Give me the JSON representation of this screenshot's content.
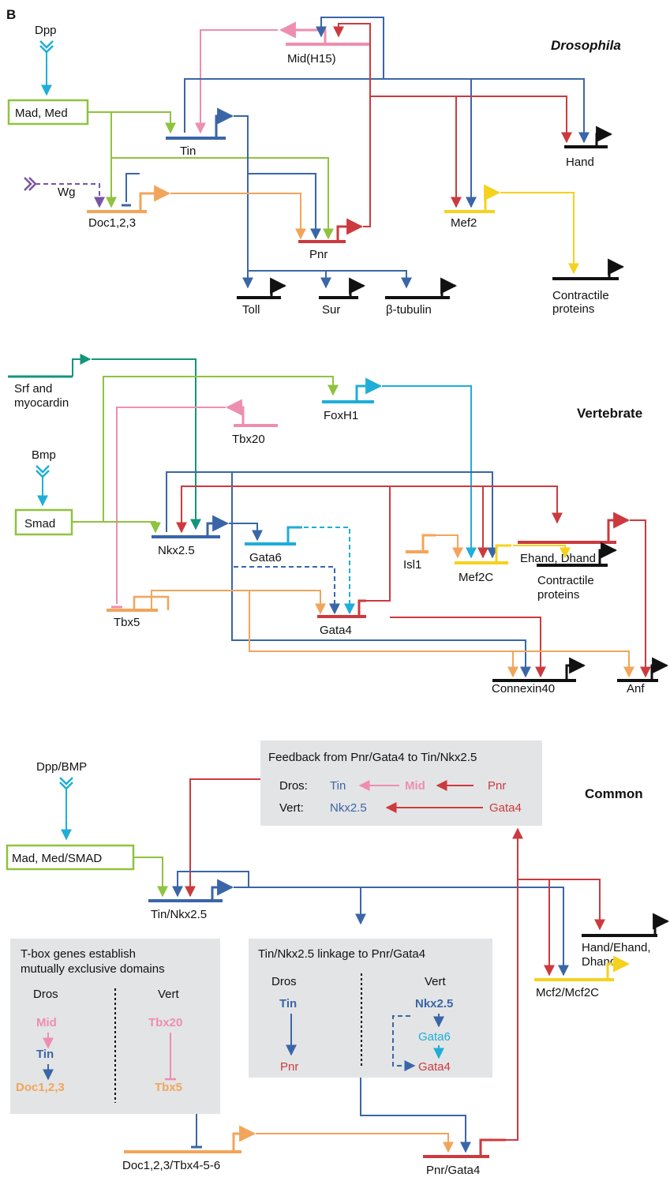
{
  "panel_label": "B",
  "sections": {
    "drosophila": "Drosophila",
    "vertebrate": "Vertebrate",
    "common": "Common"
  },
  "drosophila": {
    "dpp": "Dpp",
    "mad_med": "Mad, Med",
    "wg": "Wg",
    "mid": "Mid(H15)",
    "tin": "Tin",
    "doc": "Doc1,2,3",
    "pnr": "Pnr",
    "hand": "Hand",
    "mef2": "Mef2",
    "contractile_1": "Contractile",
    "contractile_2": "proteins",
    "toll": "Toll",
    "sur": "Sur",
    "btub": "β-tubulin"
  },
  "vertebrate": {
    "srf_1": "Srf and",
    "srf_2": "myocardin",
    "foxh1": "FoxH1",
    "tbx20": "Tbx20",
    "bmp": "Bmp",
    "smad": "Smad",
    "nkx": "Nkx2.5",
    "gata6": "Gata6",
    "ehand": "Ehand, Dhand",
    "isl1": "Isl1",
    "mef2c": "Mef2C",
    "contractile_1": "Contractile",
    "contractile_2": "proteins",
    "tbx5": "Tbx5",
    "gata4": "Gata4",
    "cx40": "Connexin40",
    "anf": "Anf"
  },
  "common": {
    "dppbmp": "Dpp/BMP",
    "madsmad": "Mad, Med/SMAD",
    "tinnkx": "Tin/Nkx2.5",
    "hand_1": "Hand/Ehand,",
    "hand_2": "Dhand",
    "mcf2": "Mcf2/Mcf2C",
    "doctbx": "Doc1,2,3/Tbx4-5-6",
    "pnrgata": "Pnr/Gata4",
    "feedback": {
      "title": "Feedback from Pnr/Gata4 to Tin/Nkx2.5",
      "dros_label": "Dros:",
      "dros_tin": "Tin",
      "dros_mid": "Mid",
      "dros_pnr": "Pnr",
      "vert_label": "Vert:",
      "vert_nkx": "Nkx2.5",
      "vert_gata4": "Gata4"
    },
    "tbox": {
      "title_1": "T-box genes establish",
      "title_2": "mutually exclusive domains",
      "dros": "Dros",
      "vert": "Vert",
      "mid": "Mid",
      "tin": "Tin",
      "doc": "Doc1,2,3",
      "tbx20": "Tbx20",
      "tbx5": "Tbx5"
    },
    "linkage": {
      "title": "Tin/Nkx2.5 linkage to Pnr/Gata4",
      "dros": "Dros",
      "vert": "Vert",
      "tin": "Tin",
      "pnr": "Pnr",
      "nkx": "Nkx2.5",
      "gata6": "Gata6",
      "gata4": "Gata4"
    }
  },
  "colors": {
    "blue": "#3a66a8",
    "red": "#cc3a3e",
    "pink": "#ee8eaf",
    "orange": "#f2a55a",
    "green": "#8fc33f",
    "cyan": "#1faed8",
    "teal": "#13957a",
    "purple": "#7a55a3",
    "yellow": "#f5d21e",
    "gray_box": "#e3e4e6"
  }
}
